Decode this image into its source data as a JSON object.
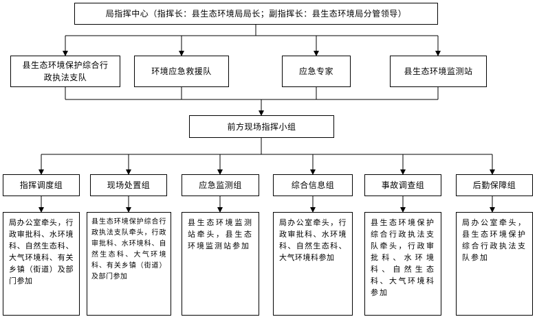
{
  "command_center": "局指挥中心（指挥长：县生态环境局局长；副指挥长：县生态环境局分管领导）",
  "units": [
    "县生态环境保护综合行政执法支队",
    "环境应急救援队",
    "应急专家",
    "县生态环境监测站"
  ],
  "front_group": "前方现场指挥小组",
  "groups": [
    {
      "name": "指挥调度组",
      "desc": "局办公室牵头，行政审批科、水环境科、自然生态科、大气环境科、有关乡镇（街道）及部门参加"
    },
    {
      "name": "现场处置组",
      "desc": "县生态环境保护综合行政执法支队牵头，行政审批科、水环境科、自然生态科、大气环境科、有关乡镇（街道）及部门参加"
    },
    {
      "name": "应急监测组",
      "desc": "县生态环境监测站牵头，县生态环境监测站参加"
    },
    {
      "name": "综合信息组",
      "desc": "局办公室牵头，行政审批科、水环境科、自然生态科、大气环境科参加"
    },
    {
      "name": "事故调查组",
      "desc": "县生态环境保护综合行政执法支队牵头，行政审批科、水环境科、自然生态科、大气环境科参加"
    },
    {
      "name": "后勤保障组",
      "desc": "局办公室牵头，县生态环境保护综合行政执法支队参加"
    }
  ]
}
